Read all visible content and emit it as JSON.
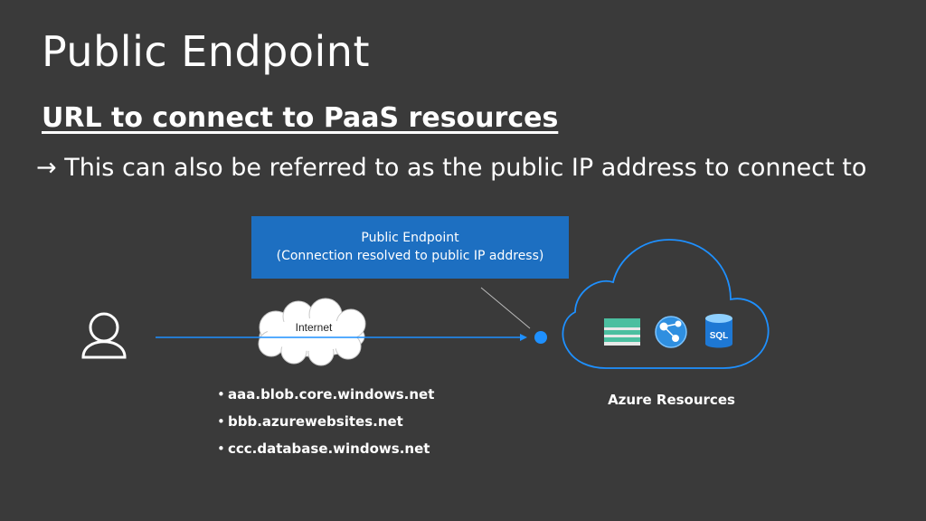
{
  "title": "Public Endpoint",
  "subtitle": "URL to connect to PaaS resources",
  "explanation": "→ This can also be referred to as the public IP address to connect to",
  "callout": {
    "line1": "Public Endpoint",
    "line2": "(Connection resolved to public IP address)"
  },
  "internet_label": "Internet",
  "urls": [
    "aaa.blob.core.windows.net",
    "bbb.azurewebsites.net",
    "ccc.database.windows.net"
  ],
  "azure_label": "Azure Resources",
  "sql_icon_text": "SQL",
  "colors": {
    "background": "#3a3a3a",
    "callout": "#1d6fc1",
    "accent": "#1e90ff"
  }
}
